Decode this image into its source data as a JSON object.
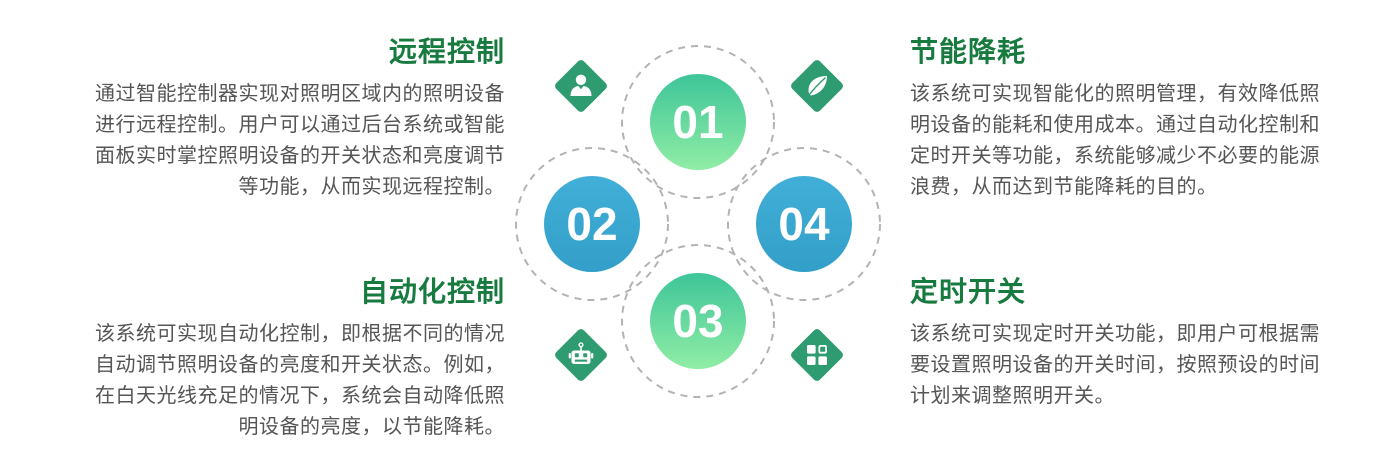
{
  "colors": {
    "background": "#ffffff",
    "heading_green": "#177a3e",
    "body_text": "#555555",
    "diamond_green": "#2e9c70",
    "circle_green_top": "#3ec599",
    "circle_green_bottom": "#90eda5",
    "circle_blue_top": "#41afd7",
    "circle_blue_bottom": "#339fc9",
    "dash_gray": "#b3b3b3",
    "number_white": "#ffffff"
  },
  "sections": {
    "remote_control": {
      "title": "远程控制",
      "body": "通过智能控制器实现对照明区域内的照明设备进行远程控制。用户可以通过后台系统或智能面板实时掌控照明设备的开关状态和亮度调节等功能，从而实现远程控制。"
    },
    "energy_saving": {
      "title": "节能降耗",
      "body": "该系统可实现智能化的照明管理，有效降低照明设备的能耗和使用成本。通过自动化控制和定时开关等功能，系统能够减少不必要的能源浪费，从而达到节能降耗的目的。"
    },
    "automation": {
      "title": "自动化控制",
      "body": "该系统可实现自动化控制，即根据不同的情况自动调节照明设备的亮度和开关状态。例如，在白天光线充足的情况下，系统会自动降低照明设备的亮度，以节能降耗。"
    },
    "timer_switch": {
      "title": "定时开关",
      "body": "该系统可实现定时开关功能，即用户可根据需要设置照明设备的开关时间，按照预设的时间计划来调整照明开关。"
    }
  },
  "diagram": {
    "steps": [
      {
        "number": "01",
        "style": "green",
        "position": "top"
      },
      {
        "number": "02",
        "style": "blue",
        "position": "left"
      },
      {
        "number": "03",
        "style": "green",
        "position": "bottom"
      },
      {
        "number": "04",
        "style": "blue",
        "position": "right"
      }
    ],
    "icons": [
      {
        "name": "user-icon",
        "position": "top-left"
      },
      {
        "name": "leaf-icon",
        "position": "top-right"
      },
      {
        "name": "robot-icon",
        "position": "bottom-left"
      },
      {
        "name": "grid-icon",
        "position": "bottom-right"
      }
    ]
  }
}
